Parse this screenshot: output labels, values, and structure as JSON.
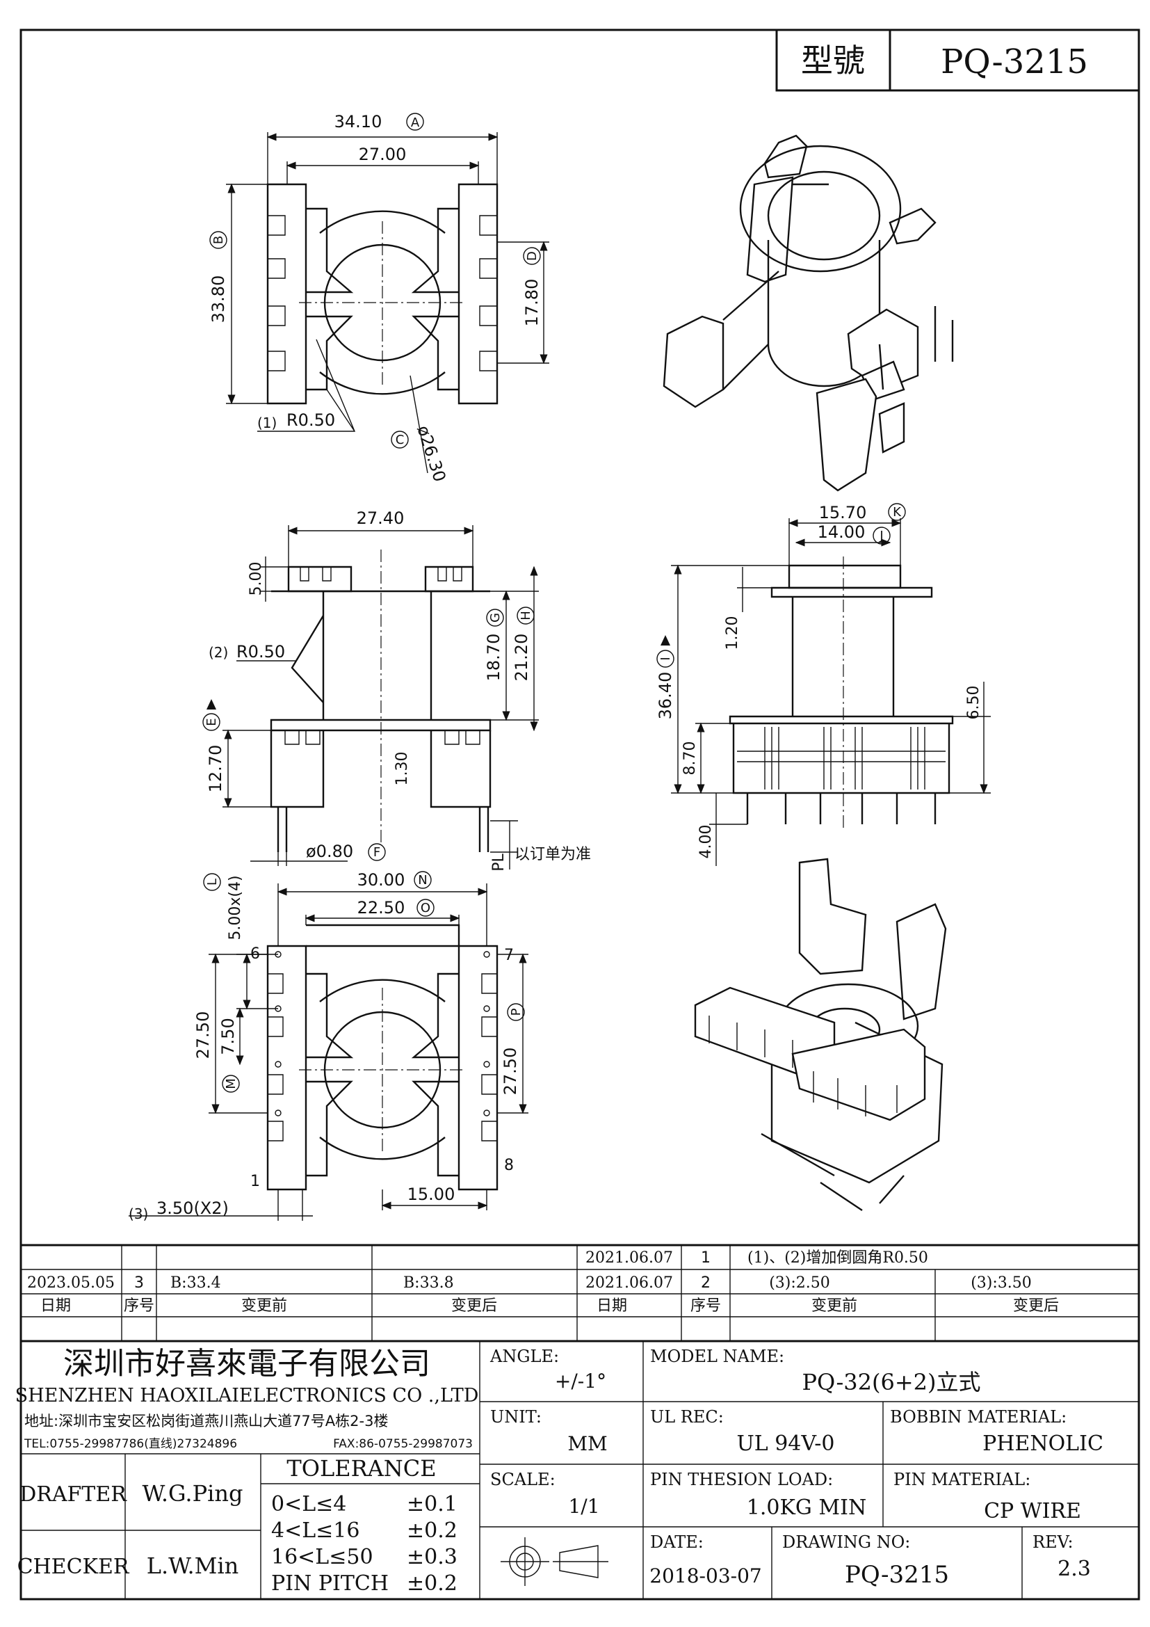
{
  "header": {
    "model_label": "型號",
    "model_value": "PQ-3215"
  },
  "top_view": {
    "dim_a": "34.10",
    "dim_27": "27.00",
    "dim_b": "33.80",
    "dim_d": "17.80",
    "r1": "(1)",
    "r1_val": "R0.50",
    "dia": "ø26.30",
    "circ_a": "A",
    "circ_b": "B",
    "circ_c": "C",
    "circ_d": "D"
  },
  "side_view": {
    "dim_w": "27.40",
    "dim_500": "5.00",
    "r2": "(2)",
    "r2_val": "R0.50",
    "dim_g": "18.70",
    "dim_h": "21.20",
    "dim_e": "12.70",
    "dim_130": "1.30",
    "dim_f": "ø0.80",
    "pl": "PL",
    "pl_note": "以订单为准",
    "circ_e": "E",
    "circ_f": "F",
    "circ_g": "G",
    "circ_h": "H"
  },
  "front_view": {
    "dim_k": "15.70",
    "dim_j": "14.00",
    "dim_120": "1.20",
    "dim_i": "36.40",
    "dim_650": "6.50",
    "dim_870": "8.70",
    "dim_400": "4.00",
    "circ_k": "K",
    "circ_j": "J",
    "circ_i": "I"
  },
  "bottom_view": {
    "dim_n": "30.00",
    "dim_o": "22.50",
    "dim_l": "5.00x(4)",
    "dim_27l": "27.50",
    "dim_m": "7.50",
    "dim_p": "27.50",
    "dim_1500": "15.00",
    "r3": "(3)",
    "r3_val": "3.50(X2)",
    "pins": [
      "6",
      "7",
      "1",
      "8"
    ],
    "circ_l": "L",
    "circ_n": "N",
    "circ_o": "O",
    "circ_m": "M",
    "circ_p": "P"
  },
  "revisions": {
    "rows": [
      {
        "date_l": "",
        "seq_l": "",
        "before_l": "",
        "after_l": "",
        "date_r": "2021.06.07",
        "seq_r": "1",
        "desc_r": "(1)、(2)增加倒圆角R0.50",
        "after_r": ""
      },
      {
        "date_l": "2023.05.05",
        "seq_l": "3",
        "before_l": "B:33.4",
        "after_l": "B:33.8",
        "date_r": "2021.06.07",
        "seq_r": "2",
        "desc_r": "(3):2.50",
        "after_r": "(3):3.50"
      }
    ],
    "headers": {
      "date": "日期",
      "seq": "序号",
      "before": "变更前",
      "after": "变更后"
    }
  },
  "company": {
    "name_cn": "深圳市好喜來電子有限公司",
    "name_en": "SHENZHEN HAOXILAIELECTRONICS CO .,LTD",
    "address": "地址:深圳市宝安区松岗街道燕川燕山大道77号A栋2-3楼",
    "tel": "TEL:0755-29987786(直线)27324896",
    "fax": "FAX:86-0755-29987073"
  },
  "title_block": {
    "angle_label": "ANGLE:",
    "angle_value": "+/-1°",
    "model_name_label": "MODEL NAME:",
    "model_name_value": "PQ-32(6+2)立式",
    "unit_label": "UNIT:",
    "unit_value": "MM",
    "ul_label": "UL REC:",
    "ul_value": "UL 94V-0",
    "bobbin_label": "BOBBIN MATERIAL:",
    "bobbin_value": "PHENOLIC",
    "scale_label": "SCALE:",
    "scale_value": "1/1",
    "pin_load_label": "PIN THESION LOAD:",
    "pin_load_value": "1.0KG MIN",
    "pin_mat_label": "PIN MATERIAL:",
    "pin_mat_value": "CP  WIRE",
    "date_label": "DATE:",
    "date_value": "2018-03-07",
    "drawing_no_label": "DRAWING NO:",
    "drawing_no_value": "PQ-3215",
    "rev_label": "REV:",
    "rev_value": "2.3",
    "drafter_label": "DRAFTER",
    "drafter_value": "W.G.Ping",
    "checker_label": "CHECKER",
    "checker_value": "L.W.Min",
    "tol_title": "TOLERANCE",
    "tolerances": [
      {
        "range": "0<L≤4",
        "value": "±0.1"
      },
      {
        "range": "4<L≤16",
        "value": "±0.2"
      },
      {
        "range": "16<L≤50",
        "value": "±0.3"
      },
      {
        "range": "PIN PITCH",
        "value": "±0.2"
      }
    ]
  }
}
